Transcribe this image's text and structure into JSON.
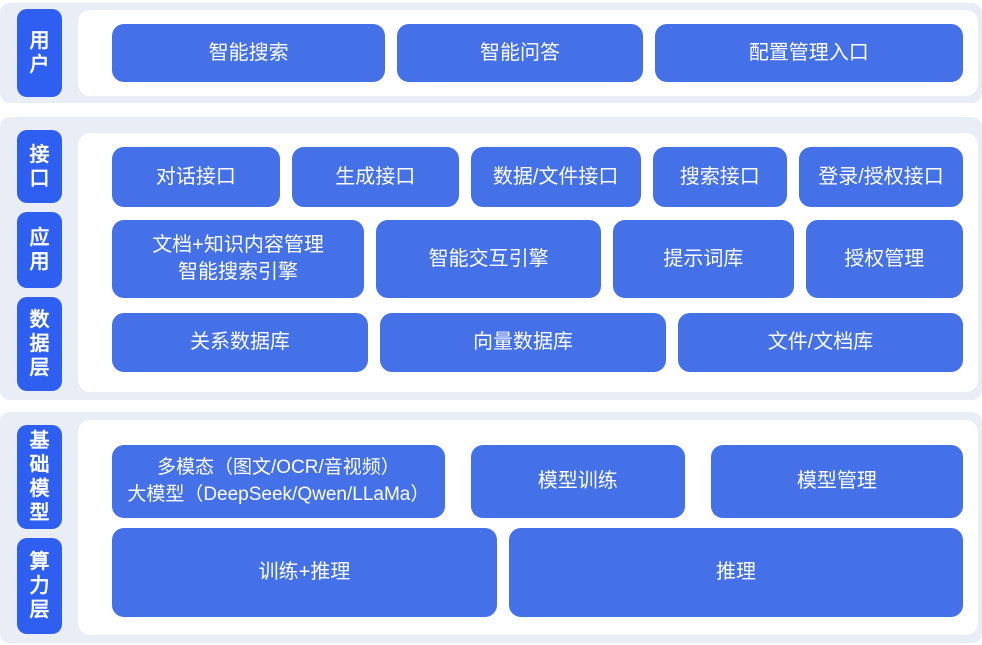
{
  "colors": {
    "page_bg": "#ffffff",
    "section_bg": "#e9edf6",
    "label_blue": "#2e5ff0",
    "button_blue": "#4470e8",
    "text_white": "#ffffff"
  },
  "sections": [
    {
      "labels": [
        {
          "text": "用户"
        }
      ],
      "rows": [
        {
          "buttons": [
            {
              "label": "智能搜索"
            },
            {
              "label": "智能问答"
            },
            {
              "label": "配置管理入口"
            }
          ]
        }
      ]
    },
    {
      "labels": [
        {
          "text": "接口"
        },
        {
          "text": "应用"
        },
        {
          "text": "数据层"
        }
      ],
      "rows": [
        {
          "buttons": [
            {
              "label": "对话接口"
            },
            {
              "label": "生成接口"
            },
            {
              "label": "数据/文件接口"
            },
            {
              "label": "搜索接口"
            },
            {
              "label": "登录/授权接口"
            }
          ]
        },
        {
          "buttons": [
            {
              "line1": "文档+知识内容管理",
              "line2": "智能搜索引擎"
            },
            {
              "label": "智能交互引擎"
            },
            {
              "label": "提示词库"
            },
            {
              "label": "授权管理"
            }
          ]
        },
        {
          "buttons": [
            {
              "label": "关系数据库"
            },
            {
              "label": "向量数据库"
            },
            {
              "label": "文件/文档库"
            }
          ]
        }
      ]
    },
    {
      "labels": [
        {
          "text": "基础模型"
        },
        {
          "text": "算力层"
        }
      ],
      "rows": [
        {
          "buttons": [
            {
              "line1": "多模态（图文/OCR/音视频）",
              "line2": "大模型（DeepSeek/Qwen/LLaMa）"
            },
            {
              "label": "模型训练"
            },
            {
              "label": "模型管理"
            }
          ]
        },
        {
          "buttons": [
            {
              "label": "训练+推理"
            },
            {
              "label": "推理"
            }
          ]
        }
      ]
    }
  ]
}
